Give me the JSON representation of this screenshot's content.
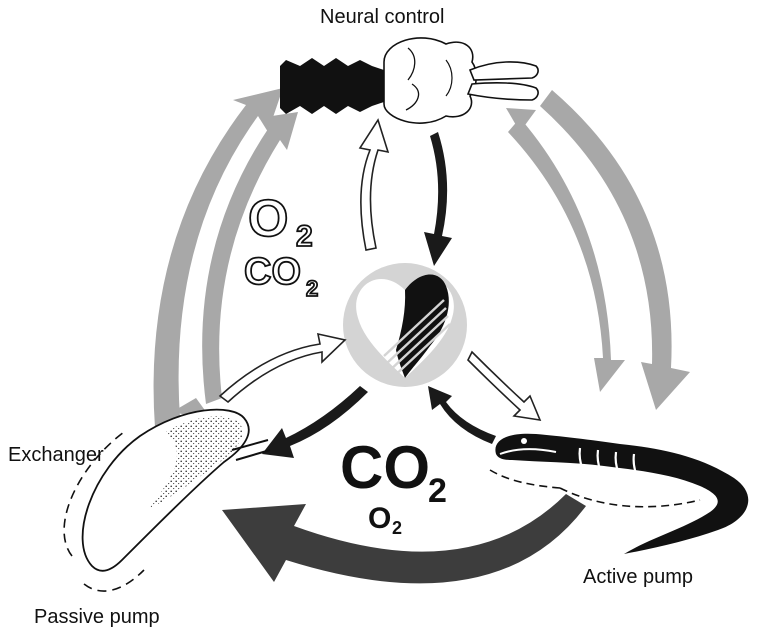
{
  "labels": {
    "neural_control": "Neural control",
    "exchanger": "Exchanger",
    "active_pump": "Active pump",
    "passive_pump": "Passive pump"
  },
  "gases_outline": {
    "o2": "O",
    "o2_sub": "2",
    "co2": "CO",
    "co2_sub": "2"
  },
  "gases_bold": {
    "co2": "CO",
    "co2_sub": "2",
    "o2": "O",
    "o2_sub": "2"
  },
  "icons": [
    "brain-icon",
    "heart-icon",
    "snake-icon",
    "lung-icon"
  ],
  "colors": {
    "outer_arrows": "#a8a8a8",
    "bottom_arrow": "#3d3d3d",
    "inner_dark_arrows": "#1a1a1a",
    "heart_disc": "#d4d4d4",
    "ink": "#111111"
  }
}
